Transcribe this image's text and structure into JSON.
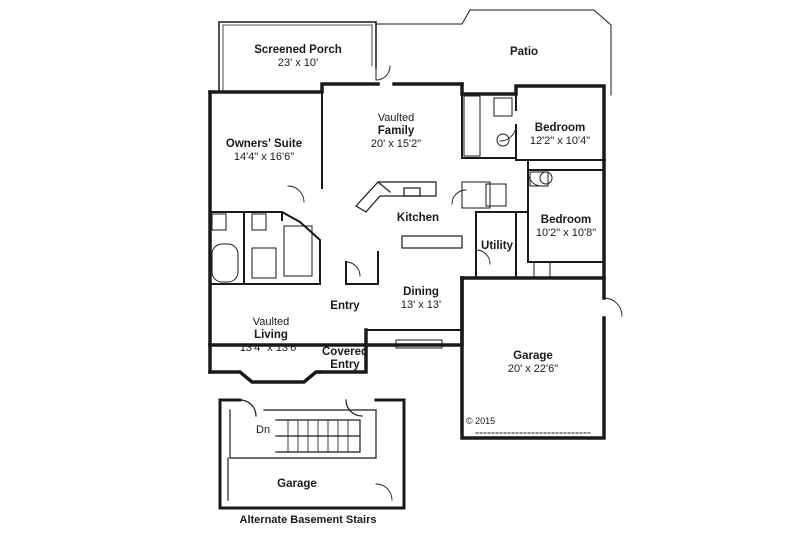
{
  "rooms": {
    "screened_porch": {
      "name": "Screened Porch",
      "size": "23' x 10'"
    },
    "patio": {
      "name": "Patio"
    },
    "family": {
      "prefix": "Vaulted",
      "name": "Family",
      "size": "20' x 15'2\""
    },
    "bedroom_1": {
      "name": "Bedroom",
      "size": "12'2\" x 10'4\""
    },
    "owners_suite": {
      "name": "Owners' Suite",
      "size": "14'4\" x 16'6\""
    },
    "kitchen": {
      "name": "Kitchen"
    },
    "bedroom_2": {
      "name": "Bedroom",
      "size": "10'2\" x 10'8\""
    },
    "utility": {
      "name": "Utility"
    },
    "dining": {
      "name": "Dining",
      "size": "13' x 13'"
    },
    "entry": {
      "name": "Entry"
    },
    "living": {
      "prefix": "Vaulted",
      "name": "Living",
      "size": "13'4\" x 13'6\"'"
    },
    "covered_entry": {
      "line1": "Covered",
      "line2": "Entry"
    },
    "garage": {
      "name": "Garage",
      "size": "20' x 22'6\""
    },
    "alt_garage": {
      "name": "Garage"
    },
    "alt_dn": {
      "name": "Dn"
    }
  },
  "copyright": "© 2015",
  "inset_caption": "Alternate Basement Stairs"
}
